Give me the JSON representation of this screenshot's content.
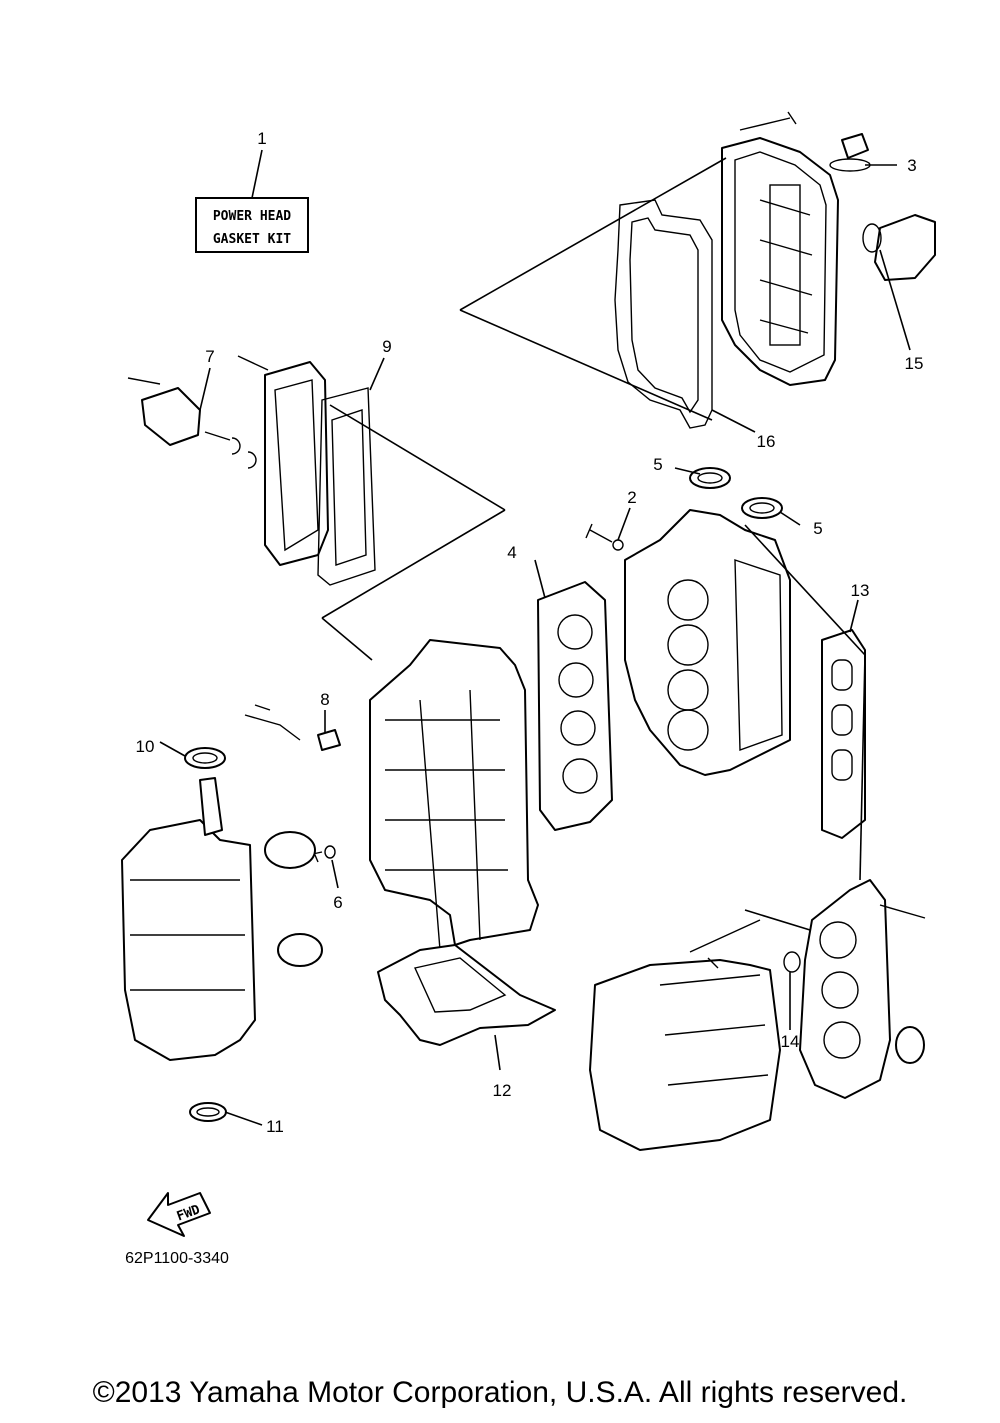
{
  "kit_label": {
    "line1": "POWER HEAD",
    "line2": "GASKET KIT"
  },
  "callouts": [
    "1",
    "2",
    "3",
    "4",
    "5",
    "5",
    "6",
    "7",
    "8",
    "9",
    "10",
    "11",
    "12",
    "13",
    "14",
    "15",
    "16"
  ],
  "fwd_label": "FWD",
  "diagram_code": "62P1100-3340",
  "copyright": "©2013 Yamaha Motor Corporation, U.S.A. All rights reserved."
}
